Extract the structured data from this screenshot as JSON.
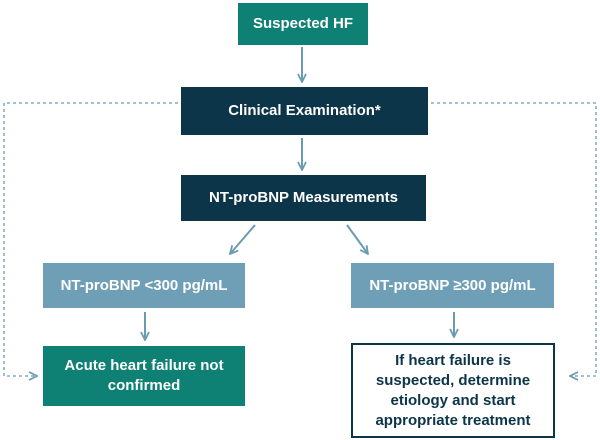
{
  "colors": {
    "teal": "#0e8074",
    "navy": "#0d3549",
    "light_blue": "#6f9fb6",
    "connector": "#6a9bb3"
  },
  "nodes": {
    "suspected_hf": "Suspected HF",
    "clinical_examination": "Clinical Examination*",
    "nt_probnp_measurements": "NT-proBNP Measurements",
    "nt_probnp_low": "NT-proBNP <300 pg/mL",
    "nt_probnp_high": "NT-proBNP ≥300 pg/mL",
    "not_confirmed": "Acute heart failure not confirmed",
    "suspected_treatment": "If heart failure is suspected, determine etiology and start appropriate treatment"
  },
  "edges": [
    {
      "from": "suspected_hf",
      "to": "clinical_examination",
      "style": "solid"
    },
    {
      "from": "clinical_examination",
      "to": "nt_probnp_measurements",
      "style": "solid"
    },
    {
      "from": "nt_probnp_measurements",
      "to": "nt_probnp_low",
      "style": "solid"
    },
    {
      "from": "nt_probnp_measurements",
      "to": "nt_probnp_high",
      "style": "solid"
    },
    {
      "from": "nt_probnp_low",
      "to": "not_confirmed",
      "style": "solid"
    },
    {
      "from": "nt_probnp_high",
      "to": "suspected_treatment",
      "style": "solid"
    },
    {
      "from": "clinical_examination",
      "to": "not_confirmed",
      "style": "dashed"
    },
    {
      "from": "clinical_examination",
      "to": "suspected_treatment",
      "style": "dashed"
    }
  ]
}
